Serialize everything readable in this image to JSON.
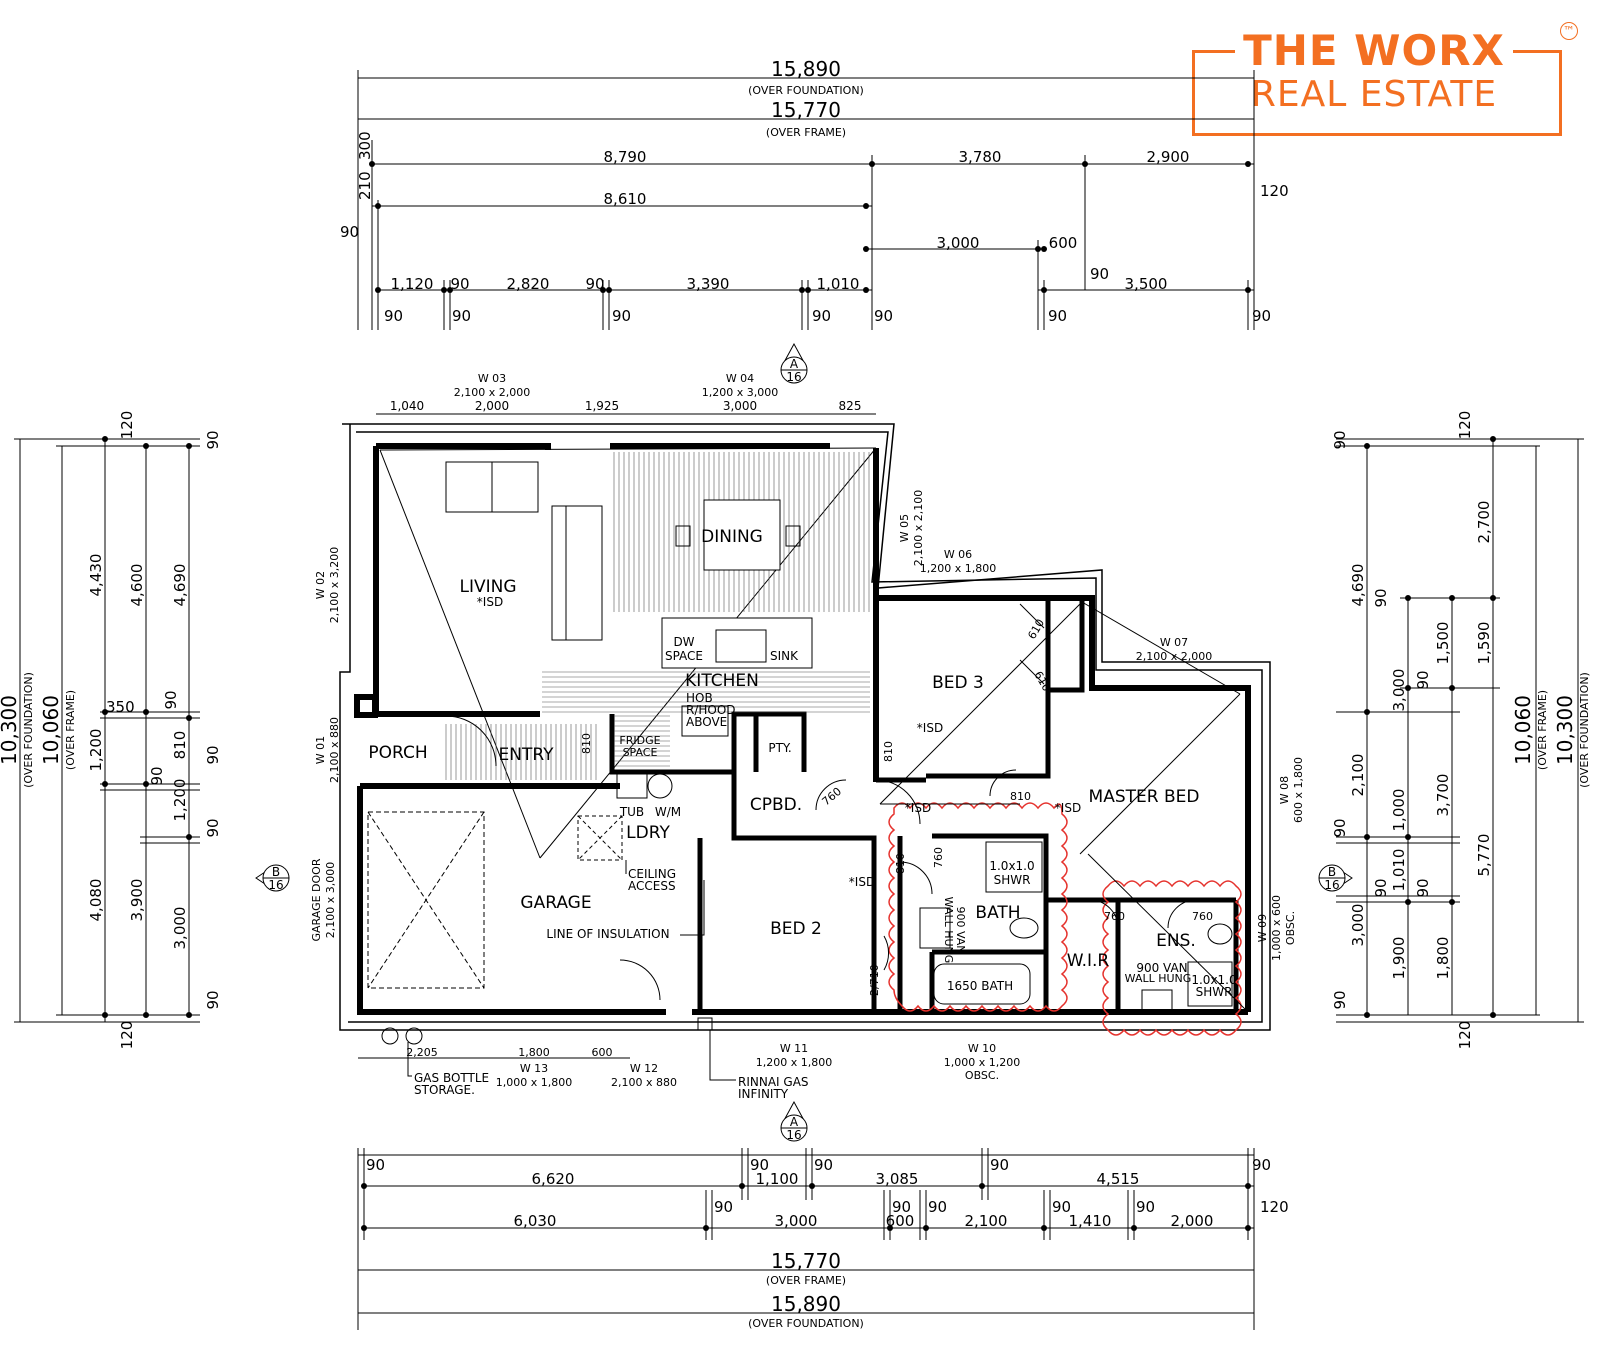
{
  "logo": {
    "line1": "THE WORX",
    "line2": "REAL ESTATE",
    "tm": "TM",
    "color": "#f36f21"
  },
  "top_dims": {
    "overall_found": "15,890",
    "overall_found_note": "(OVER FOUNDATION)",
    "overall_frame": "15,770",
    "overall_frame_note": "(OVER FRAME)",
    "row1": [
      "8,790",
      "3,780",
      "2,900"
    ],
    "row2": [
      "8,610"
    ],
    "row3": [
      "3,000",
      "600"
    ],
    "row4": [
      "1,120",
      "90",
      "2,820",
      "90",
      "3,390",
      "1,010",
      "3,500"
    ],
    "small": [
      "300",
      "210",
      "90",
      "90",
      "90",
      "90",
      "90",
      "90",
      "90",
      "90",
      "120",
      "90"
    ]
  },
  "bottom_dims": {
    "row1": [
      "90",
      "6,620",
      "90",
      "1,100",
      "90",
      "3,085",
      "90",
      "4,515",
      "90"
    ],
    "row2": [
      "6,030",
      "90",
      "3,000",
      "90",
      "600",
      "90",
      "2,100",
      "90",
      "1,410",
      "90",
      "2,000",
      "120"
    ],
    "overall_frame": "15,770",
    "overall_frame_note": "(OVER FRAME)",
    "overall_found": "15,890",
    "overall_found_note": "(OVER FOUNDATION)"
  },
  "left_dims": {
    "overall_found": "10,300",
    "overall_found_note": "(OVER FOUNDATION)",
    "overall_frame": "10,060",
    "overall_frame_note": "(OVER FRAME)",
    "col1": [
      "4,430",
      "350",
      "1,200",
      "4,080"
    ],
    "col2": [
      "4,600",
      "90",
      "3,900"
    ],
    "col3": [
      "4,690",
      "810",
      "1,200",
      "3,000"
    ],
    "small": [
      "120",
      "90",
      "90",
      "90",
      "90",
      "90",
      "120"
    ]
  },
  "right_dims": {
    "overall_frame": "10,060",
    "overall_frame_note": "(OVER FRAME)",
    "overall_found": "10,300",
    "overall_found_note": "(OVER FOUNDATION)",
    "col1": [
      "4,690",
      "2,100",
      "3,000"
    ],
    "col2": [
      "3,000",
      "1,000",
      "1,010",
      "1,900"
    ],
    "col3": [
      "1,500",
      "3,700",
      "1,800"
    ],
    "col4": [
      "2,700",
      "1,590",
      "5,770"
    ],
    "small": [
      "90",
      "120",
      "90",
      "90",
      "90",
      "90",
      "90",
      "90",
      "120"
    ]
  },
  "plan_top_dims": [
    "1,040",
    "2,000",
    "1,925",
    "3,000",
    "825"
  ],
  "plan_bottom_dims": [
    "2,205",
    "1,800",
    "600"
  ],
  "windows": {
    "w03": "W 03",
    "w03_size": "2,100 x 2,000",
    "w04": "W 04",
    "w04_size": "1,200 x 3,000",
    "w05": "W 05",
    "w05_size": "2,100 x 2,100",
    "w06": "W 06",
    "w06_size": "1,200 x 1,800",
    "w07": "W 07",
    "w07_size": "2,100 x 2,000",
    "w02": "W 02",
    "w02_size": "2,100 x 3,200",
    "w01": "W 01",
    "w01_size": "2,100 x 880",
    "w08": "W 08",
    "w08_size": "600 x 1,800",
    "w09": "W 09",
    "w09_size": "1,000 x 600",
    "w09_note": "OBSC.",
    "w10": "W 10",
    "w10_size": "1,000 x 1,200",
    "w10_note": "OBSC.",
    "w11": "W 11",
    "w11_size": "1,200 x 1,800",
    "w12": "W 12",
    "w12_size": "2,100 x 880",
    "w13": "W 13",
    "w13_size": "1,000 x 1,800",
    "garage_door": "GARAGE DOOR",
    "garage_door_size": "2,100 x 3,000"
  },
  "rooms": {
    "living": "LIVING",
    "dining": "DINING",
    "kitchen": "KITCHEN",
    "bed3": "BED 3",
    "master": "MASTER BED",
    "porch": "PORCH",
    "entry": "ENTRY",
    "garage": "GARAGE",
    "ldry": "LDRY",
    "cpbd": "CPBD.",
    "pty": "PTY.",
    "bed2": "BED 2",
    "bath": "BATH",
    "wir": "W.I.R",
    "ens": "ENS."
  },
  "labels": {
    "isd": "*ISD",
    "dw": "DW",
    "space": "SPACE",
    "sink": "SINK",
    "hob": "HOB",
    "rhood": "R/HOOD",
    "above": "ABOVE",
    "fridge": "FRIDGE",
    "fridge_space": "SPACE",
    "tub": "TUB",
    "wm": "W/M",
    "ceiling": "CEILING",
    "access": "ACCESS",
    "insulation": "LINE OF INSULATION",
    "shwr_size": "1.0x1.0",
    "shwr": "SHWR",
    "van": "900 VAN",
    "wall_hung": "WALL HUNG",
    "bath1650": "1650 BATH",
    "gas1": "GAS BOTTLE",
    "gas2": "STORAGE.",
    "rinnai1": "RINNAI GAS",
    "rinnai2": "INFINITY",
    "d810": "810",
    "d760": "760",
    "d610": "610",
    "d2710": "2/710"
  },
  "sections": {
    "a": "A",
    "b": "B",
    "sheet": "16"
  }
}
